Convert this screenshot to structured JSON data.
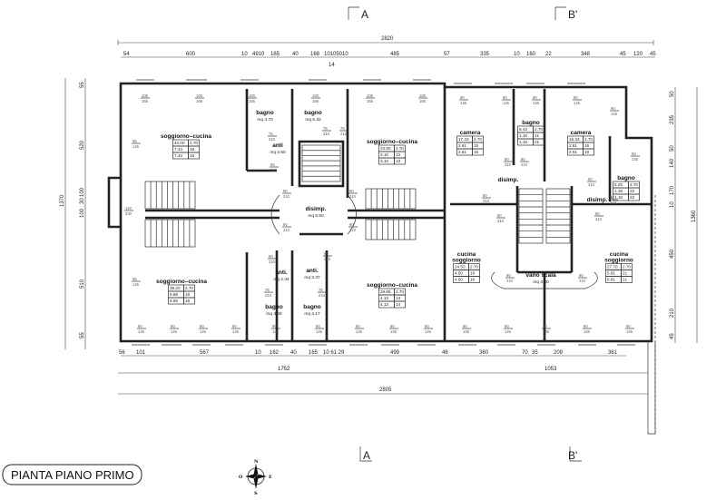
{
  "title": "PIANTA PIANO PRIMO",
  "section_markers": [
    "A",
    "B'",
    "A",
    "B'"
  ],
  "compass": {
    "n": "N",
    "s": "S",
    "e": "E",
    "w": "O"
  },
  "dimensions": {
    "overall_top": "2820",
    "top_row": [
      "54",
      "600",
      "10",
      "4910",
      "165",
      "40",
      "168",
      "10105010",
      "485",
      "57",
      "335",
      "10",
      "160",
      "22",
      "348",
      "45",
      "120",
      "45"
    ],
    "top_row_sub": "14",
    "bottom_row": [
      "56",
      "101",
      "567",
      "10",
      "162",
      "40",
      "165",
      "10 61 29",
      "499",
      "46",
      "360",
      "70",
      "35",
      "209",
      "361"
    ],
    "bottom_left": "1752",
    "bottom_right": "1053",
    "overall_bottom": "2805",
    "left_column": [
      "55",
      "520",
      "100",
      "30",
      "100",
      "510",
      "55"
    ],
    "left_total": "1370",
    "right_column": [
      "50",
      "235",
      "50",
      "140",
      "170",
      "10",
      "450",
      "210",
      "45"
    ],
    "right_total": "1360"
  },
  "rooms": [
    {
      "name": "soggiorno–cucina",
      "table": [
        [
          "40.00",
          "2.70"
        ],
        [
          "7.43",
          "18"
        ],
        [
          "7.43",
          "18"
        ]
      ]
    },
    {
      "name": "bagno",
      "area": "mq 4.70"
    },
    {
      "name": "bagno",
      "area": "mq 5.32"
    },
    {
      "name": "anti",
      "area": "mq 2.50"
    },
    {
      "name": "soggiorno–cucina",
      "table": [
        [
          "24.80",
          "2.70"
        ],
        [
          "3.10",
          "13"
        ],
        [
          "3.10",
          "13"
        ]
      ]
    },
    {
      "name": "disimp.",
      "area": "mq 6.50"
    },
    {
      "name": "soggiorno–cucina",
      "table": [
        [
          "39.20",
          "2.70"
        ],
        [
          "6.88",
          "18"
        ],
        [
          "6.88",
          "18"
        ]
      ]
    },
    {
      "name": "anti.",
      "area": "mq 2.34"
    },
    {
      "name": "bagno",
      "area": "mq 4.08"
    },
    {
      "name": "anti.",
      "area": "mq 3.37"
    },
    {
      "name": "bagno",
      "area": "mq 4.17"
    },
    {
      "name": "soggiorno–cucina",
      "table": [
        [
          "29.65",
          "2.70"
        ],
        [
          "4.13",
          "14"
        ],
        [
          "4.13",
          "14"
        ]
      ]
    },
    {
      "name": "camera",
      "table": [
        [
          "17.43",
          "2.70"
        ],
        [
          "2.61",
          "15"
        ],
        [
          "2.61",
          "15"
        ]
      ]
    },
    {
      "name": "bagno",
      "table": [
        [
          "5.43",
          "2.70"
        ],
        [
          "1.16",
          "21"
        ],
        [
          "1.16",
          "21"
        ]
      ]
    },
    {
      "name": "camera",
      "table": [
        [
          "16.33",
          "2.70"
        ],
        [
          "2.61",
          "16"
        ],
        [
          "2.61",
          "16"
        ]
      ]
    },
    {
      "name": "bagno",
      "table": [
        [
          "5.25",
          "2.70"
        ],
        [
          "1.18",
          "22"
        ],
        [
          "1.18",
          "22"
        ]
      ]
    },
    {
      "name": "disimp."
    },
    {
      "name": "disimp."
    },
    {
      "name": "cucina\nsoggiorno",
      "table": [
        [
          "24.50",
          "2.70"
        ],
        [
          "4.50",
          "18"
        ],
        [
          "4.50",
          "18"
        ]
      ]
    },
    {
      "name": "vano  scala",
      "area": "mq 3.80"
    },
    {
      "name": "cucina\nsoggiorno",
      "table": [
        [
          "27.70",
          "2.70"
        ],
        [
          "5.81",
          "21"
        ],
        [
          "5.81",
          "21"
        ]
      ]
    }
  ],
  "openings": [
    [
      "100",
      "165"
    ],
    [
      "100",
      "165"
    ],
    [
      "100",
      "155"
    ],
    [
      "100",
      "155"
    ],
    [
      "100",
      "165"
    ],
    [
      "100",
      "165"
    ],
    [
      "95",
      "145"
    ],
    [
      "95",
      "145"
    ],
    [
      "118",
      "230"
    ],
    [
      "75",
      "210"
    ],
    [
      "80",
      "210"
    ],
    [
      "75",
      "210"
    ],
    [
      "75",
      "210"
    ],
    [
      "90",
      "210"
    ],
    [
      "90",
      "210"
    ],
    [
      "90",
      "210"
    ],
    [
      "90",
      "210"
    ],
    [
      "80",
      "210"
    ],
    [
      "80",
      "210"
    ],
    [
      "75",
      "210"
    ],
    [
      "75",
      "210"
    ],
    [
      "90",
      "145"
    ],
    [
      "90",
      "145"
    ],
    [
      "90",
      "145"
    ],
    [
      "90",
      "145"
    ],
    [
      "90",
      "145"
    ],
    [
      "90",
      "145"
    ],
    [
      "90",
      "145"
    ],
    [
      "90",
      "145"
    ],
    [
      "90",
      "145"
    ],
    [
      "90",
      "145"
    ],
    [
      "90",
      "145"
    ],
    [
      "90",
      "145"
    ],
    [
      "90",
      "145"
    ],
    [
      "90",
      "145"
    ],
    [
      "90",
      "145"
    ],
    [
      "80",
      "210"
    ],
    [
      "80",
      "210"
    ],
    [
      "80",
      "210"
    ],
    [
      "80",
      "210"
    ],
    [
      "80",
      "210"
    ],
    [
      "80",
      "210"
    ],
    [
      "80",
      "210"
    ],
    [
      "90",
      "210"
    ],
    [
      "90",
      "210"
    ],
    [
      "90",
      "145"
    ],
    [
      "90",
      "145"
    ],
    [
      "90",
      "145"
    ],
    [
      "90",
      "145"
    ],
    [
      "90",
      "145"
    ]
  ]
}
